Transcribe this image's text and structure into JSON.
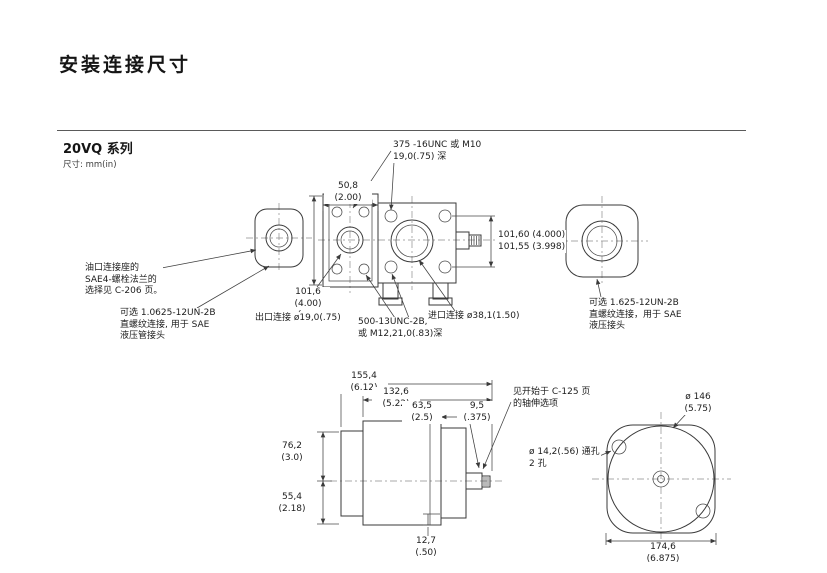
{
  "page": {
    "title": "安装连接尺寸",
    "series": "20VQ 系列",
    "units_label": "尺寸: mm(in)"
  },
  "top_drawing": {
    "thread_callout": [
      "375 -16UNC 或 M10",
      "19,0(.75) 深"
    ],
    "dim_flange_width": [
      "50,8",
      "(2.00)"
    ],
    "dim_bolt_spacing_right": [
      "101,60 (4.000)",
      "101,55 (3.998)"
    ],
    "dim_bolt_spacing_left": [
      "101,6",
      "(4.00)"
    ],
    "note_sae_flange": [
      "油口连接座的",
      "SAE4-螺栓法兰的",
      "选择见 C-206 页。"
    ],
    "note_outlet_option": [
      "可选 1.0625-12UN-2B",
      "直螺纹连接, 用于 SAE",
      "液压管接头"
    ],
    "outlet_label": "出口连接 ø19,0(.75)",
    "bottom_thread_callout": [
      "500-13UNC-2B,",
      "或 M12,21,0(.83)深"
    ],
    "inlet_label": "进口连接 ø38,1(1.50)",
    "note_inlet_option": [
      "可选 1.625-12UN-2B",
      "直螺纹连接，用于 SAE",
      "液压接头"
    ]
  },
  "bottom_drawing": {
    "dim_overall_length": [
      "155,4",
      "(6.12)"
    ],
    "dim_body_length": [
      "132,6",
      "(5.22)"
    ],
    "dim_front_length": [
      "63,5",
      "(2.5)"
    ],
    "dim_shaft_shoulder": [
      "9,5",
      "(.375)"
    ],
    "note_shaft_options": [
      "见开始于 C-125 页",
      "的轴伸选项"
    ],
    "dim_pilot_diameter": [
      "ø 146",
      "(5.75)"
    ],
    "dim_upper_height": [
      "76,2",
      "(3.0)"
    ],
    "note_mounting_holes": [
      "ø 14,2(.56) 通孔",
      "2 孔"
    ],
    "dim_lower_height": [
      "55,4",
      "(2.18)"
    ],
    "dim_foot_height": [
      "12,7",
      "(.50)"
    ],
    "dim_flange_width": [
      "174,6",
      "(6.875)"
    ]
  }
}
